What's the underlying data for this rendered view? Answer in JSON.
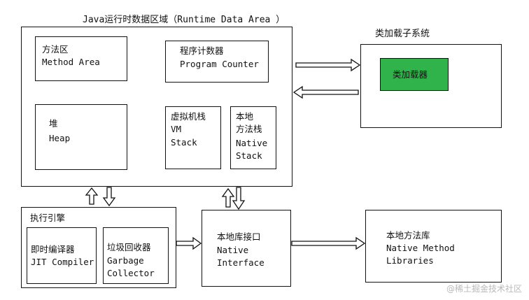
{
  "runtime": {
    "title": "Java运行时数据区域（Runtime Data Area ）",
    "method_area": {
      "zh": "方法区",
      "en": "Method Area"
    },
    "program_counter": {
      "zh": "程序计数器",
      "en": "Program Counter"
    },
    "heap": {
      "zh": "堆",
      "en": "Heap"
    },
    "vm_stack": {
      "zh": "虚拟机栈",
      "en1": "VM",
      "en2": "Stack"
    },
    "native_stack": {
      "zh1": "本地",
      "zh2": "方法栈",
      "en1": "Native",
      "en2": "Stack"
    }
  },
  "class_loader": {
    "title": "类加载子系统",
    "loader": "类加载器",
    "loader_color": "#2fb34a"
  },
  "engine": {
    "title": "执行引擎",
    "jit": {
      "zh": "即时编译器",
      "en": "JIT Compiler"
    },
    "gc": {
      "zh": "垃圾回收器",
      "en1": "Garbage",
      "en2": "Collector"
    }
  },
  "native_interface": {
    "zh": "本地库接口",
    "en1": "Native",
    "en2": "Interface"
  },
  "native_libraries": {
    "zh": "本地方法库",
    "en1": "Native Method",
    "en2": "Libraries"
  },
  "watermark": "@稀土掘金技术社区"
}
